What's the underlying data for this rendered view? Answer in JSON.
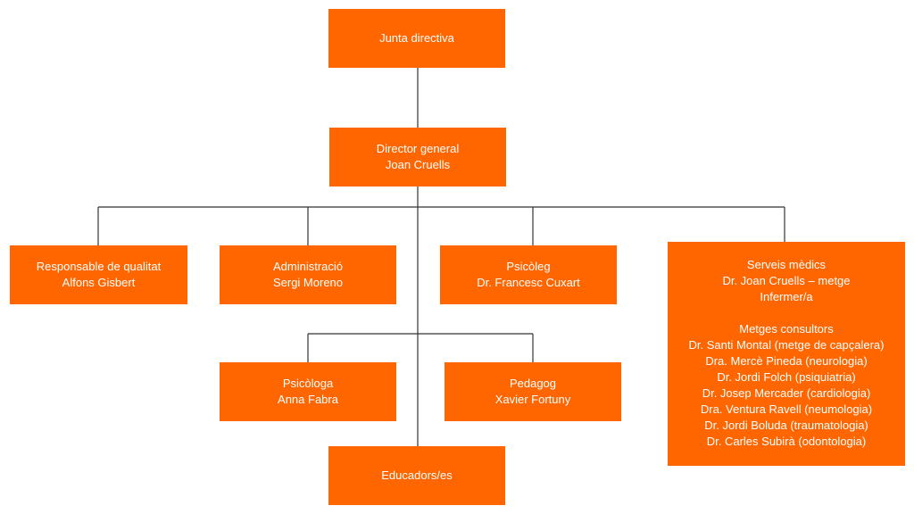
{
  "org_chart": {
    "junta": {
      "title": "Junta directiva"
    },
    "director": {
      "title": "Director general",
      "name": "Joan Cruells"
    },
    "qualitat": {
      "title": "Responsable de qualitat",
      "name": "Alfons Gisbert"
    },
    "administracio": {
      "title": "Administració",
      "name": "Sergi Moreno"
    },
    "psicoleg": {
      "title": "Psicòleg",
      "name": "Dr. Francesc Cuxart"
    },
    "serveis_medics": {
      "title": "Serveis mèdics",
      "lines": [
        "Dr. Joan Cruells – metge",
        "Infermer/a"
      ],
      "subtitle": "Metges consultors",
      "consultors": [
        "Dr. Santi Montal (metge de capçalera)",
        "Dra. Mercè Pineda (neurologia)",
        "Dr. Jordi Folch (psiquiatria)",
        "Dr. Josep Mercader (cardiologia)",
        "Dra. Ventura Ravell (neumologia)",
        "Dr. Jordi Boluda (traumatologia)",
        "Dr. Carles Subirà (odontologia)"
      ]
    },
    "psicologa": {
      "title": "Psicòloga",
      "name": "Anna Fabra"
    },
    "pedagog": {
      "title": "Pedagog",
      "name": "Xavier Fortuny"
    },
    "educadors": {
      "title": "Educadors/es"
    }
  },
  "colors": {
    "box": "#ff6600",
    "box_text": "#ffffff",
    "connector": "#333333",
    "background": "#ffffff"
  }
}
